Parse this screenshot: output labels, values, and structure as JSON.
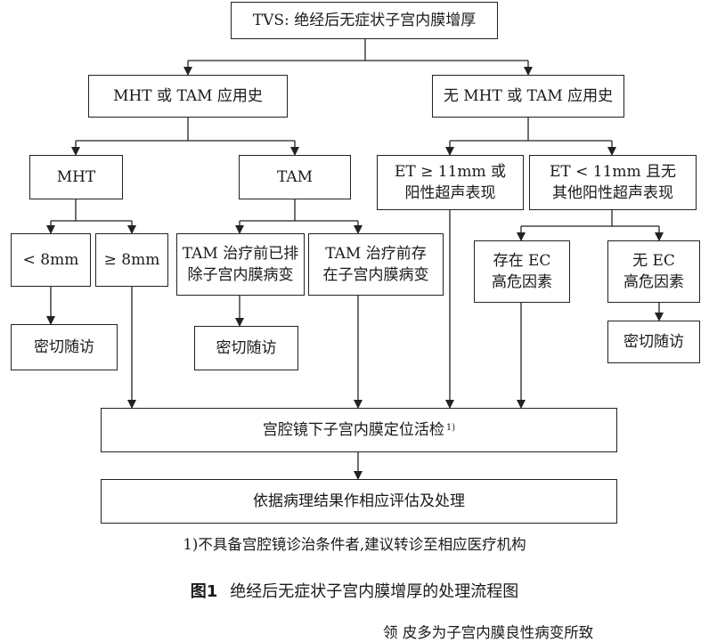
{
  "nodes": {
    "root": "TVS: 绝经后无症状子宫内膜增厚",
    "with_hist": "MHT 或 TAM 应用史",
    "no_hist": "无 MHT 或 TAM 应用史",
    "mht": "MHT",
    "tam": "TAM",
    "et_ge11": [
      "ET ≥ 11mm 或",
      "阳性超声表现"
    ],
    "et_lt11": [
      "ET < 11mm 且无",
      "其他阳性超声表现"
    ],
    "lt8": "< 8mm",
    "ge8": "≥ 8mm",
    "tam_excluded": [
      "TAM 治疗前已排",
      "除子宫内膜病变"
    ],
    "tam_present": [
      "TAM 治疗前存",
      "在子宫内膜病变"
    ],
    "ec_risk": [
      "存在 EC",
      "高危因素"
    ],
    "no_ec_risk": [
      "无 EC",
      "高危因素"
    ],
    "followup_1": "密切随访",
    "followup_2": "密切随访",
    "followup_3": "密切随访",
    "biopsy": "宫腔镜下子宫内膜定位活检",
    "biopsy_sup": "1)",
    "result": "依据病理结果作相应评估及处理"
  },
  "footnote": "1)不具备宫腔镜诊治条件者,建议转诊至相应医疗机构",
  "caption": {
    "label": "图1",
    "title": "绝经后无症状子宫内膜增厚的处理流程图"
  },
  "partial_text": "领  皮多为子宫内膜良性病变所致"
}
